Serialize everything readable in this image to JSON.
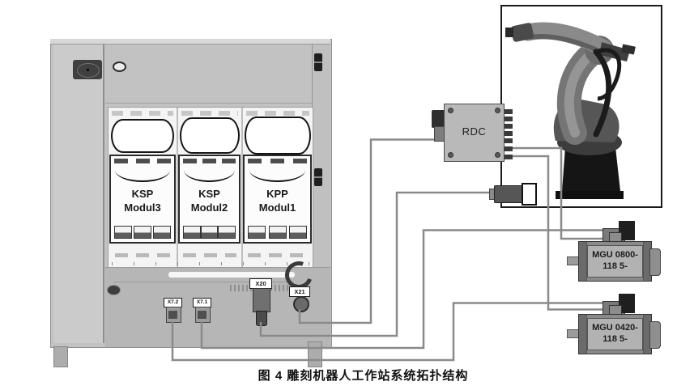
{
  "figure": {
    "caption": "图 4  雕刻机器人工作站系统拓扑结构"
  },
  "cabinet": {
    "modules": [
      {
        "name": "KSP",
        "model": "Modul3"
      },
      {
        "name": "KSP",
        "model": "Modul2"
      },
      {
        "name": "KPP",
        "model": "Modul1"
      }
    ],
    "ports": {
      "x72": "X7.2",
      "x71": "X7.1",
      "x20": "X20",
      "x21": "X21"
    }
  },
  "rdc": {
    "label": "RDC"
  },
  "motors": [
    {
      "model": "MGU 0800-",
      "suffix": "118 5-"
    },
    {
      "model": "MGU 0420-",
      "suffix": "118 5-"
    }
  ],
  "colors": {
    "wire": "#8a8a8a",
    "cabinet_body": "#c2c2c2",
    "bay_white": "#f4f4f4",
    "rdc_fill": "#b9b9b9",
    "robot_box_border": "#1a1a1a"
  }
}
